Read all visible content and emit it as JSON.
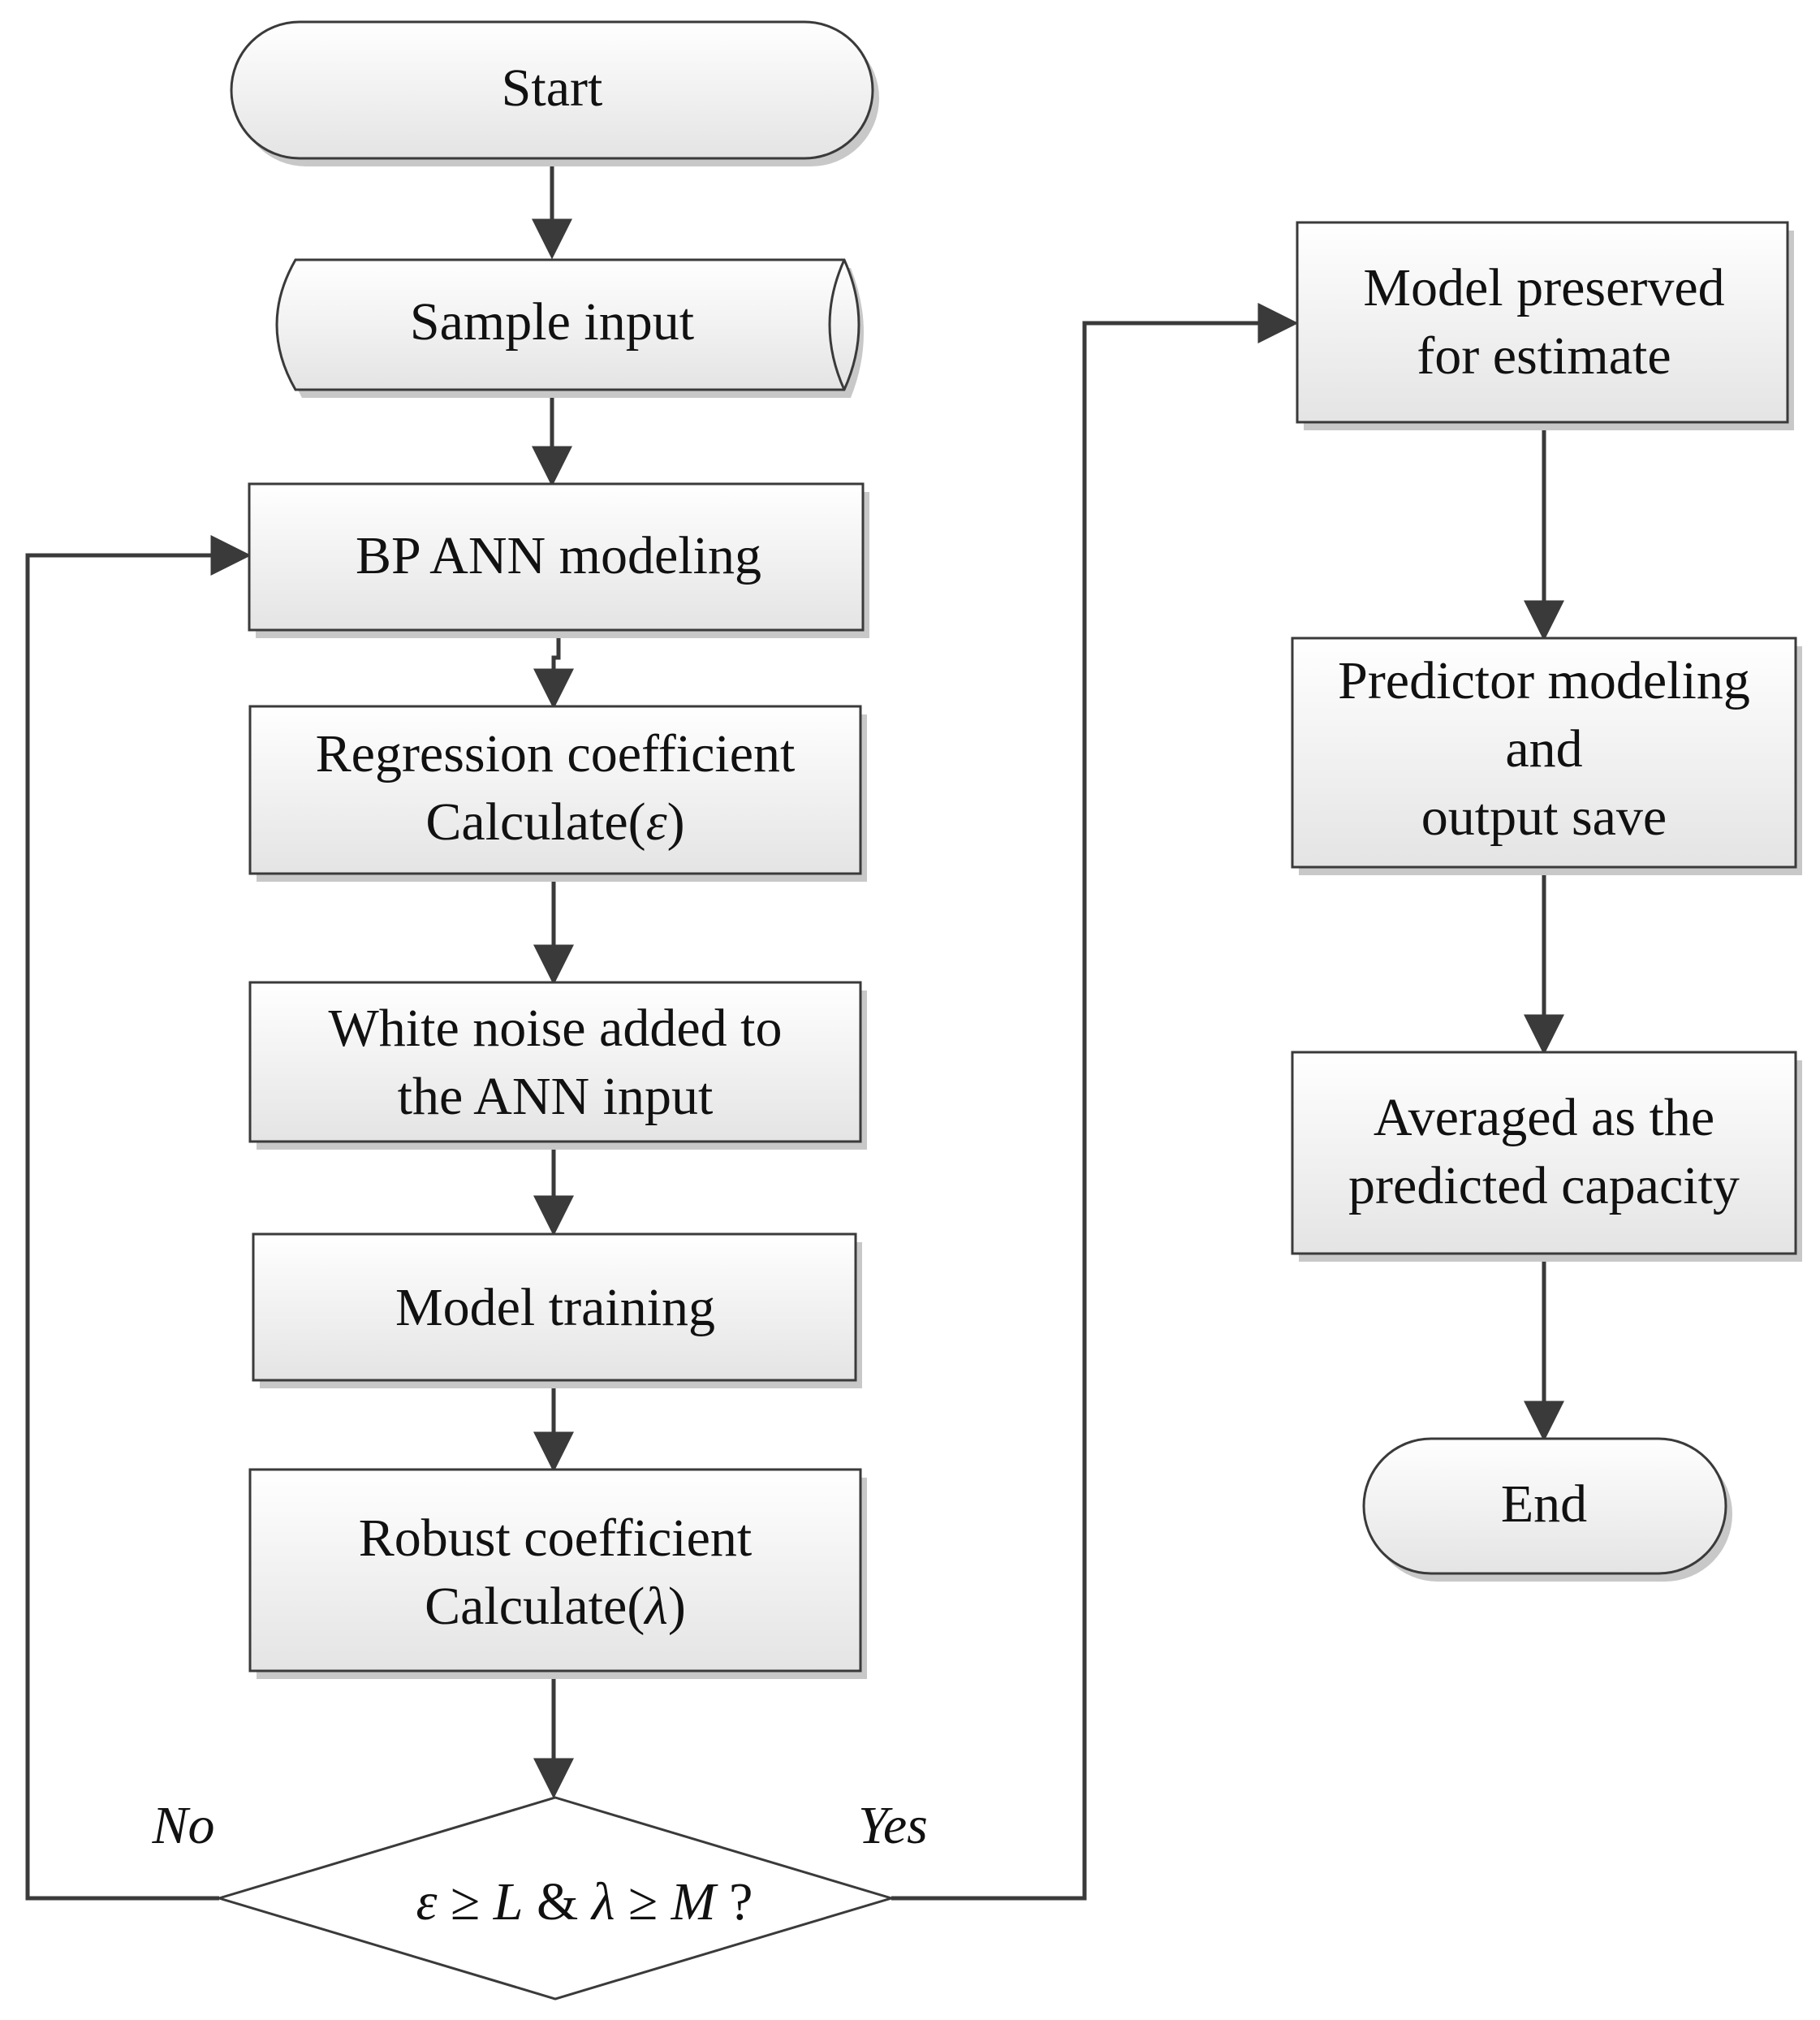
{
  "nodes": {
    "start": "Start",
    "sample_input": "Sample input",
    "bp_ann": "BP ANN modeling",
    "regression_line1": "Regression coefficient",
    "regression_line2": "Calculate(",
    "regression_symbol": "ε",
    "regression_close": ")",
    "white_noise_line1": "White noise added to",
    "white_noise_line2": "the ANN input",
    "model_training": "Model training",
    "robust_line1": "Robust coefficient",
    "robust_line2": "Calculate(",
    "robust_symbol": "λ",
    "robust_close": ")",
    "decision": {
      "eps": "ε",
      "ge1": " ≥ ",
      "L": "L",
      "amp": " & ",
      "lam": "λ",
      "ge2": " ≥ ",
      "M": "M",
      "q": " ?"
    },
    "model_preserved_line1": "Model preserved",
    "model_preserved_line2": "for estimate",
    "predictor_line1": "Predictor modeling",
    "predictor_line2": "and",
    "predictor_line3": "output save",
    "averaged_line1": "Averaged as the",
    "averaged_line2": "predicted capacity",
    "end": "End"
  },
  "edge_labels": {
    "no": "No",
    "yes": "Yes"
  },
  "colors": {
    "line": "#3a3a3a",
    "box_top": "#ffffff",
    "box_bottom": "#e6e6e6",
    "shadow": "#c8c8c8"
  }
}
